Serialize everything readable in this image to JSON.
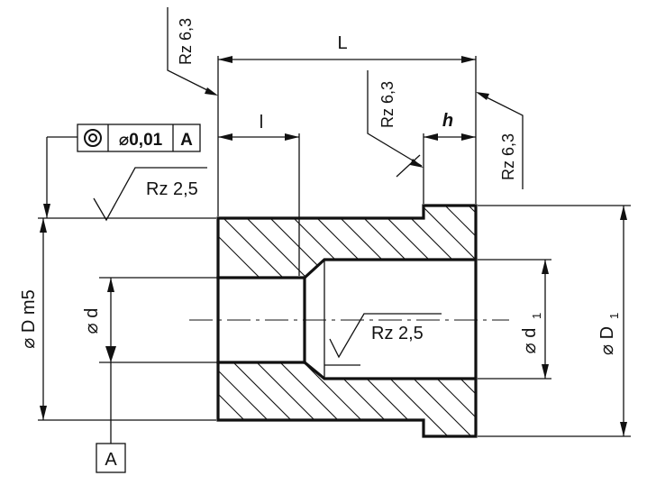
{
  "drawing": {
    "dimensions": {
      "overall_length": "L",
      "small_bore_length": "l",
      "collar_width": "h",
      "outer_diameter": "⌀ D m5",
      "bore_diameter": "⌀ d",
      "counterbore_diameter": "⌀ d",
      "counterbore_sub": "1",
      "collar_diameter": "⌀ D",
      "collar_sub": "1"
    },
    "surface_finish": {
      "left_face": "Rz 6,3",
      "shoulder_face": "Rz 6,3",
      "right_face": "Rz 6,3",
      "outer_surface": "Rz 2,5",
      "bore_surface": "Rz 2,5"
    },
    "tolerance_frame": {
      "symbol": "concentricity",
      "value": "⌀0,01",
      "datum_ref": "A"
    },
    "datum": {
      "label": "A"
    }
  }
}
